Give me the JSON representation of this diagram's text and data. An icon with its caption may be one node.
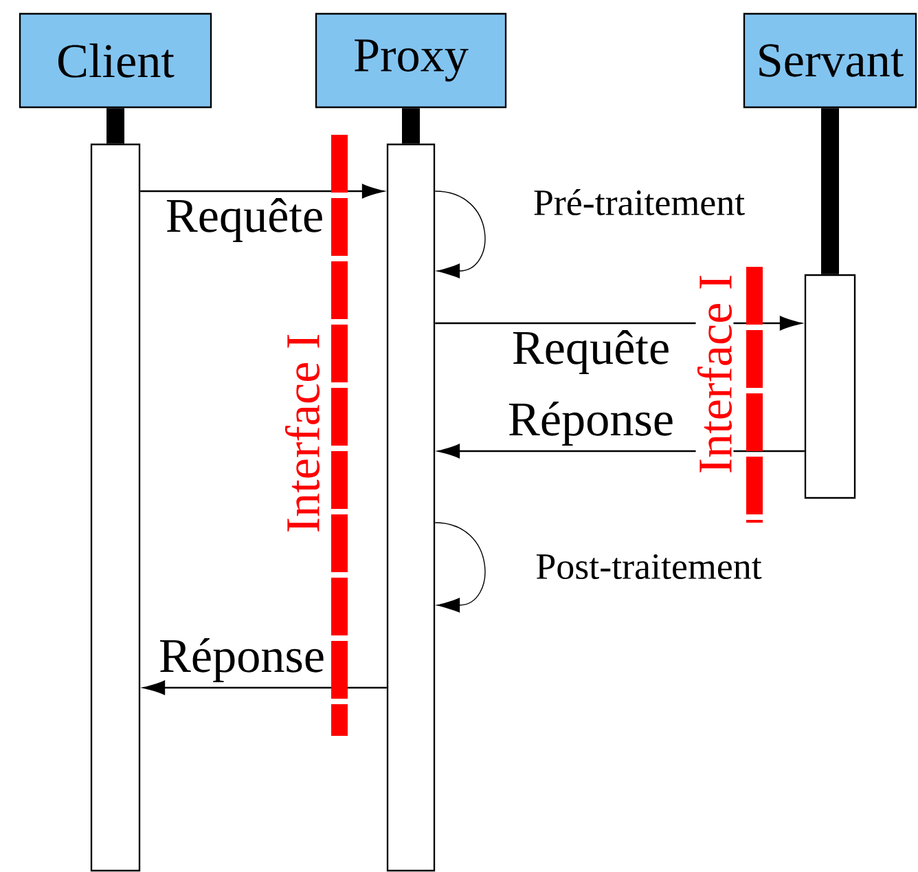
{
  "diagram": {
    "nodes": [
      {
        "text": [
          "Client"
        ]
      },
      {
        "text": [
          "Proxy"
        ]
      },
      {
        "text": [
          "Servant"
        ]
      },
      {
        "text": [],
        "shape": "bar"
      },
      {
        "text": [],
        "shape": "bar"
      },
      {
        "text": [],
        "shape": "bar"
      }
    ],
    "edges": [
      {
        "from": 0,
        "to": 3,
        "arrow": "none",
        "style": "thick"
      },
      {
        "from": 1,
        "to": 4,
        "arrow": "none",
        "style": "thick"
      },
      {
        "from": 2,
        "to": 5,
        "arrow": "none",
        "style": "thick"
      },
      {
        "from": 3,
        "to": 4,
        "arrow": "to",
        "label": "Requête"
      },
      {
        "from": 4,
        "to": 4,
        "arrow": "to",
        "label": "Pré-traitement"
      },
      {
        "from": 4,
        "to": 5,
        "arrow": "to",
        "label": "Requête"
      },
      {
        "from": 5,
        "to": 4,
        "arrow": "to",
        "label": "Réponse"
      },
      {
        "from": 4,
        "to": 4,
        "arrow": "to",
        "label": "Post-traitement"
      },
      {
        "from": 4,
        "to": 3,
        "arrow": "to",
        "label": "Réponse"
      }
    ],
    "labels": [
      "Interface I",
      "Interface I"
    ]
  }
}
